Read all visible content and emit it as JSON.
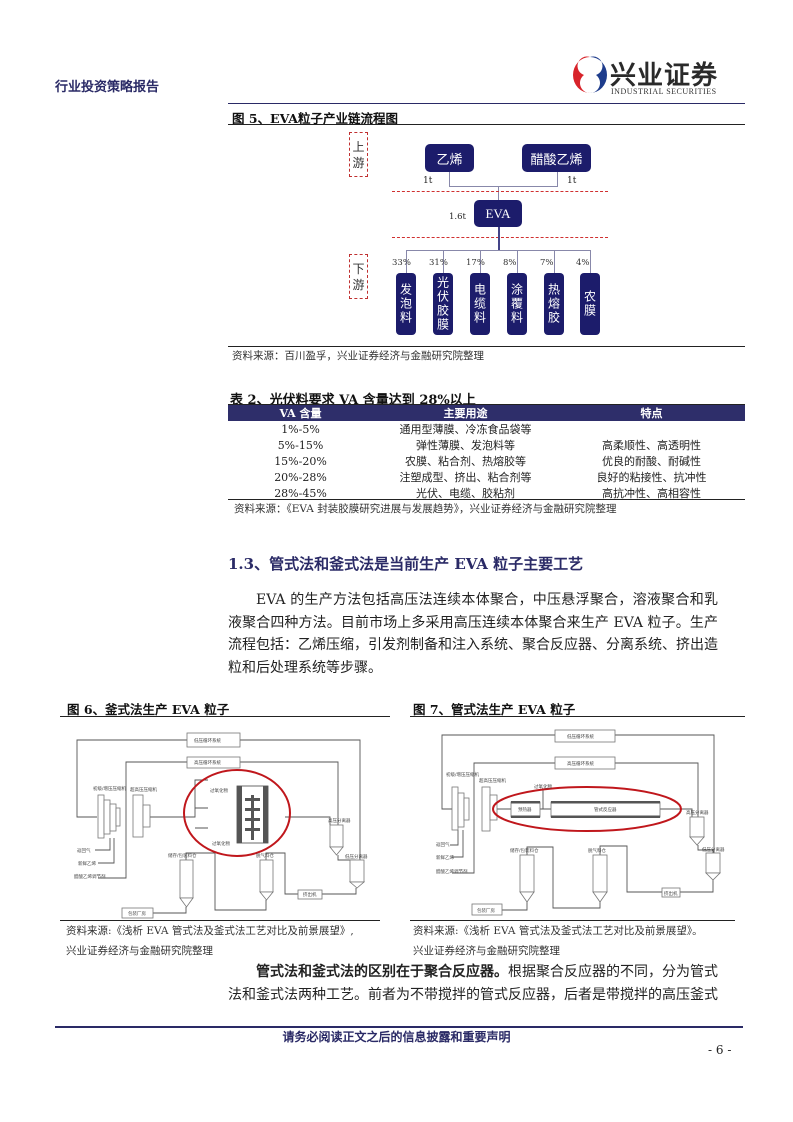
{
  "header": {
    "report_type": "行业投资策略报告",
    "logo_cn": "兴业证券",
    "logo_en": "INDUSTRIAL SECURITIES",
    "logo_colors": {
      "red": "#d8232a",
      "blue": "#1e3c8c"
    }
  },
  "figure5": {
    "title": "图 5、EVA粒子产业链流程图",
    "upstream_label": [
      "上",
      "游"
    ],
    "downstream_label": [
      "下",
      "游"
    ],
    "inputs": [
      {
        "name": "乙烯",
        "ratio": "1t"
      },
      {
        "name": "醋酸乙烯",
        "ratio": "1t"
      }
    ],
    "product": {
      "name": "EVA",
      "ratio": "1.6t"
    },
    "applications": [
      {
        "name": "发泡料",
        "share": "33%"
      },
      {
        "name": "光伏胶膜",
        "share": "31%"
      },
      {
        "name": "电缆料",
        "share": "17%"
      },
      {
        "name": "涂覆料",
        "share": "8%"
      },
      {
        "name": "热熔胶",
        "share": "7%"
      },
      {
        "name": "农膜",
        "share": "4%"
      }
    ],
    "source": "资料来源：百川盈孚，兴业证券经济与金融研究院整理",
    "box_color": "#1c1c6b"
  },
  "table2": {
    "title": "表 2、光伏料要求 VA 含量达到 28%以上",
    "headers": [
      "VA 含量",
      "主要用途",
      "特点"
    ],
    "rows": [
      [
        "1%-5%",
        "通用型薄膜、冷冻食品袋等",
        ""
      ],
      [
        "5%-15%",
        "弹性薄膜、发泡料等",
        "高柔顺性、高透明性"
      ],
      [
        "15%-20%",
        "农膜、粘合剂、热熔胶等",
        "优良的耐酸、耐碱性"
      ],
      [
        "20%-28%",
        "注塑成型、挤出、粘合剂等",
        "良好的粘接性、抗冲性"
      ],
      [
        "28%-45%",
        "光伏、电缆、胶粘剂",
        "高抗冲性、高相容性"
      ]
    ],
    "source": "资料来源：《EVA 封装胶膜研究进展与发展趋势》，兴业证券经济与金融研究院整理"
  },
  "section": {
    "heading": "1.3、管式法和釜式法是当前生产 EVA 粒子主要工艺",
    "paragraph": "EVA 的生产方法包括高压法连续本体聚合，中压悬浮聚合，溶液聚合和乳液聚合四种方法。目前市场上多采用高压连续本体聚合来生产 EVA 粒子。生产流程包括：乙烯压缩，引发剂制备和注入系统、聚合反应器、分离系统、挤出造粒和后处理系统等步骤。"
  },
  "figure6": {
    "title": "图 6、釜式法生产 EVA 粒子",
    "labels": {
      "low_loop": "低压循环系统",
      "high_loop": "高压循环系统",
      "compressor1": "初级/增压压缩机",
      "compressor2": "超高压压缩机",
      "peroxide": "过氧化物",
      "return_gas": "返回气",
      "fresh_ethylene": "新鲜乙烯",
      "vinyl_acetate": "醋酸乙烯调节剂",
      "storage_silo": "储存/包装料仓",
      "degas_silo": "脱气料仓",
      "extruder": "挤出机",
      "hp_separator": "高压分离器",
      "lp_separator": "低压分离器",
      "packing": "包装厂房"
    },
    "source_line1": "资料来源:《浅析 EVA 管式法及釜式法工艺对比及前景展望》,",
    "source_line2": "兴业证券经济与金融研究院整理"
  },
  "figure7": {
    "title": "图 7、管式法生产 EVA 粒子",
    "labels": {
      "low_loop": "低压循环系统",
      "high_loop": "高压循环系统",
      "compressor1": "初级/增压压缩机",
      "compressor2": "超高压压缩机",
      "peroxide": "过氧化物",
      "preheater": "预热器",
      "reactor": "管式反应器",
      "return_gas": "返回气",
      "fresh_ethylene": "新鲜乙烯",
      "vinyl_acetate": "醋酸乙烯调节剂",
      "storage_silo": "储存/包装料仓",
      "degas_silo": "脱气料仓",
      "extruder": "挤出机",
      "hp_separator": "高压分离器",
      "lp_separator": "低压分离器",
      "packing": "包装厂房"
    },
    "source_line1": "资料来源:《浅析 EVA 管式法及釜式法工艺对比及前景展望》。",
    "source_line2": "兴业证券经济与金融研究院整理"
  },
  "closing": {
    "bold_lead": "管式法和釜式法的区别在于聚合反应器。",
    "text": "根据聚合反应器的不同，分为管式法和釜式法两种工艺。前者为不带搅拌的管式反应器，后者是带搅拌的高压釜式"
  },
  "footer": {
    "disclaimer": "请务必阅读正文之后的信息披露和重要声明",
    "page": "- 6 -"
  },
  "highlight_color": "#c0171c"
}
